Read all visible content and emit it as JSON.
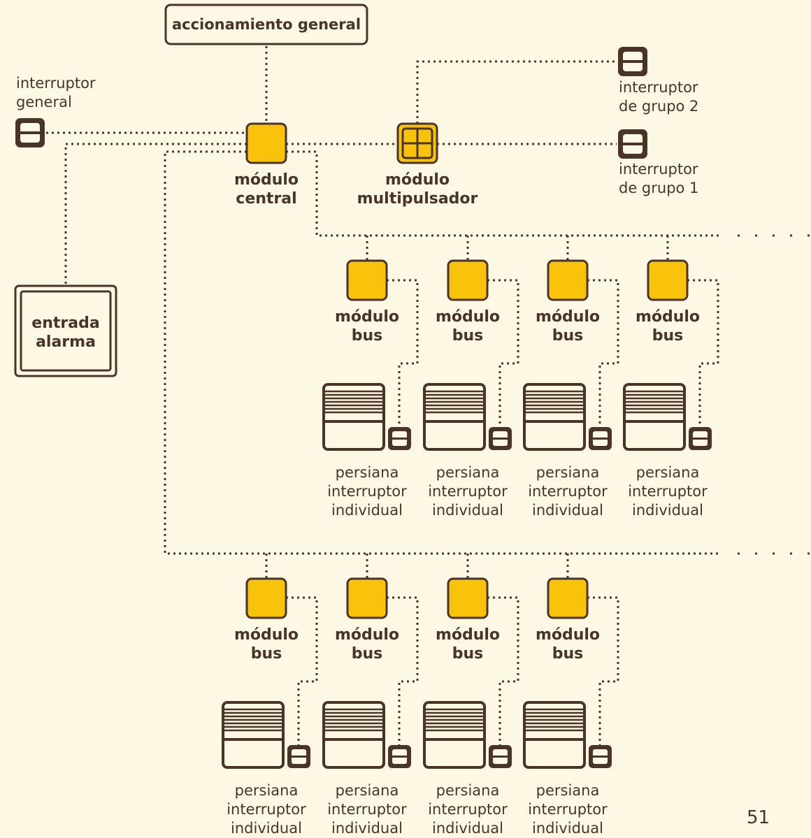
{
  "title": "accionamiento general",
  "labels": {
    "interruptor_general": [
      "interruptor",
      "general"
    ],
    "interruptor_grupo_2": [
      "interruptor",
      "de grupo 2"
    ],
    "interruptor_grupo_1": [
      "interruptor",
      "de grupo 1"
    ],
    "modulo_central": [
      "módulo",
      "central"
    ],
    "modulo_multipulsador": [
      "módulo",
      "multipulsador"
    ],
    "entrada_alarma": [
      "entrada",
      "alarma"
    ],
    "modulo_bus": [
      "módulo",
      "bus"
    ],
    "persiana": [
      "persiana",
      "interruptor",
      "individual"
    ]
  },
  "page_number": "51",
  "colors": {
    "background": "#fcf8e3",
    "brown": "#4a3426",
    "yellow": "#f9c30c"
  }
}
